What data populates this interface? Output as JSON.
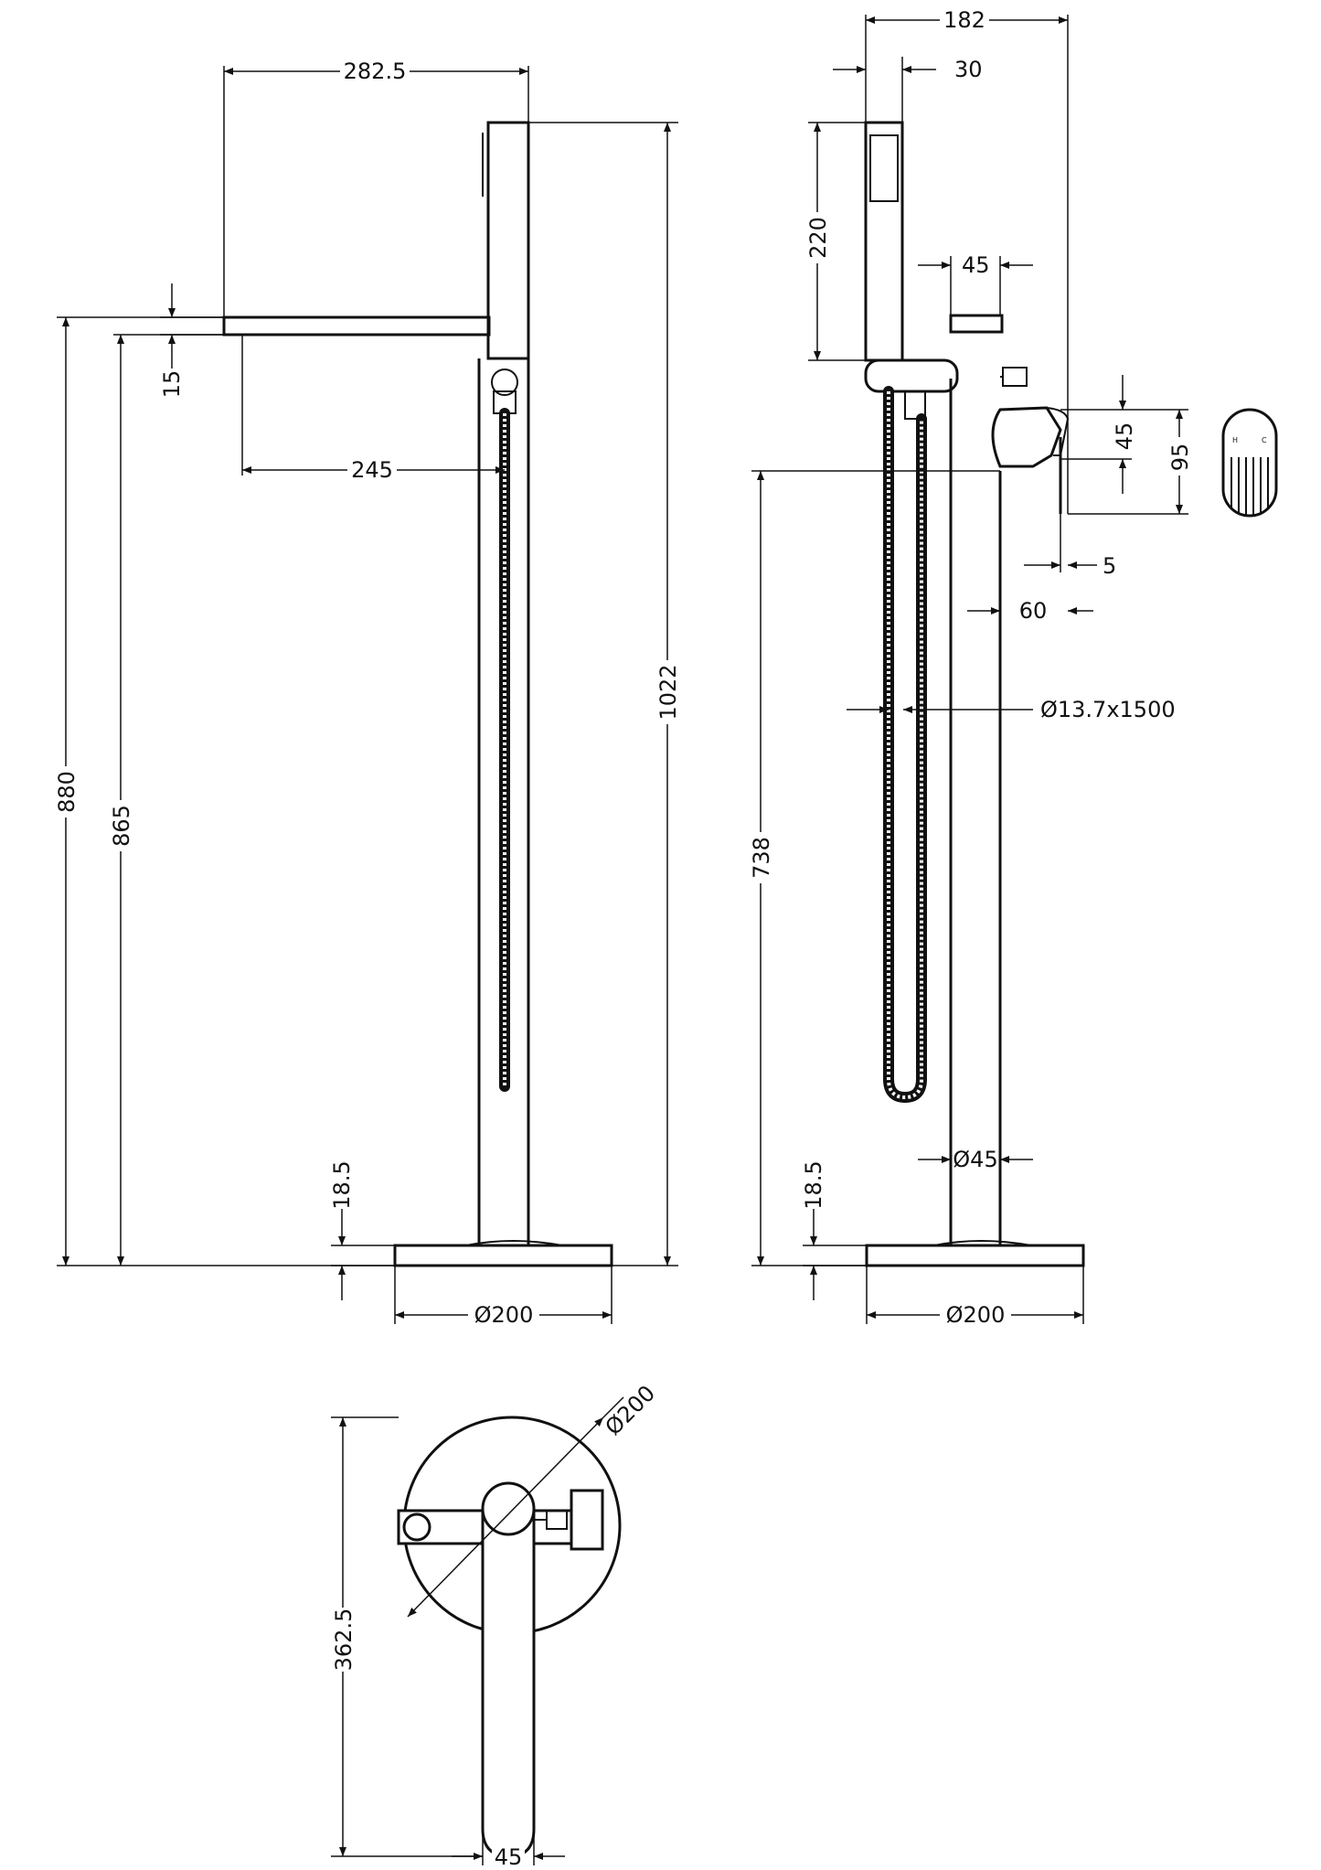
{
  "drawing": {
    "front": {
      "width_total": "282.5",
      "spout_reach": "245",
      "spout_thickness": "15",
      "height_total": "1022",
      "spout_top_height": "880",
      "spout_bottom_height": "865",
      "base_thickness": "18.5",
      "base_diameter": "Ø200"
    },
    "side": {
      "depth_total": "182",
      "handset_width": "30",
      "handset_length": "220",
      "spout_projection": "45",
      "handle_width": "45",
      "handle_height": "95",
      "handle_gap": "5",
      "handle_offset": "60",
      "hose_spec": "Ø13.7x1500",
      "handle_height_from_base": "738",
      "column_diameter": "Ø45",
      "base_thickness": "18.5",
      "base_diameter": "Ø200"
    },
    "plan": {
      "base_diameter": "Ø200",
      "handle_reach": "362.5",
      "handle_width": "45"
    },
    "knob": {
      "hot_mark": "H",
      "cold_mark": "C"
    }
  }
}
